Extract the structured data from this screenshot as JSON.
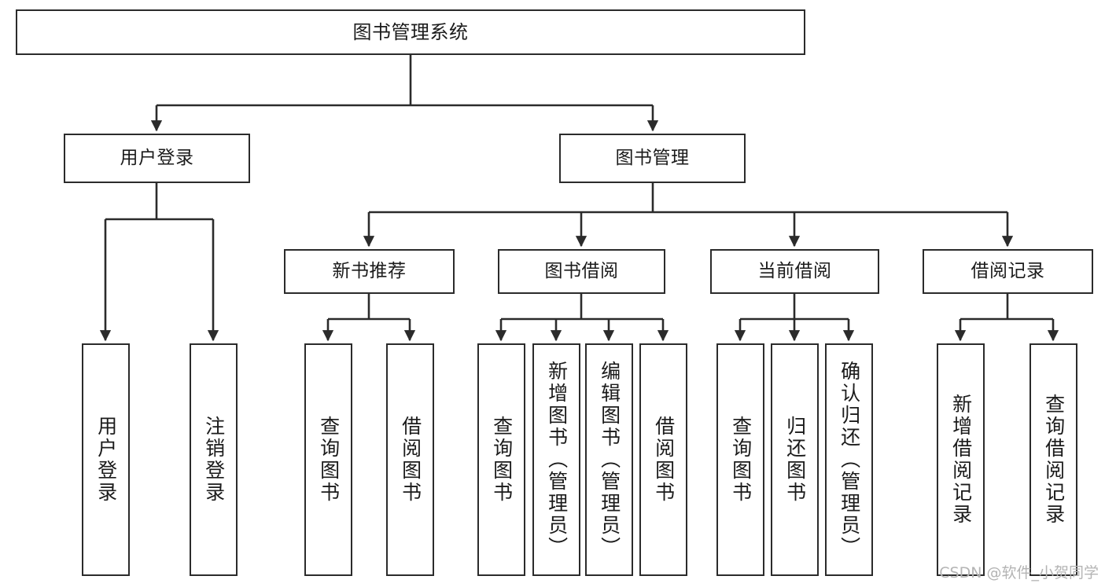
{
  "diagram": {
    "type": "tree-hierarchy",
    "title": "图书管理系统",
    "watermark": "CSDN @软件_小贺同学",
    "colors": {
      "box_border": "#2b2b2b",
      "box_fill": "#ffffff",
      "connector": "#2b2b2b",
      "text": "#1b1b1b",
      "watermark": "#b4b4b4"
    },
    "levels": {
      "root": {
        "label": "图书管理系统"
      },
      "level2": [
        {
          "id": "user-login",
          "label": "用户登录"
        },
        {
          "id": "book-manage",
          "label": "图书管理"
        }
      ],
      "level3": [
        {
          "id": "new-book-recommend",
          "label": "新书推荐"
        },
        {
          "id": "book-borrow",
          "label": "图书借阅"
        },
        {
          "id": "current-borrow",
          "label": "当前借阅"
        },
        {
          "id": "borrow-record",
          "label": "借阅记录"
        }
      ],
      "leaves": {
        "user_login": [
          {
            "id": "leaf-user-login",
            "label": "用户登录"
          },
          {
            "id": "leaf-logout-login",
            "label": "注销登录"
          }
        ],
        "new_book_recommend": [
          {
            "id": "leaf-query-book-1",
            "label": "查询图书"
          },
          {
            "id": "leaf-borrow-book-1",
            "label": "借阅图书"
          }
        ],
        "book_borrow": [
          {
            "id": "leaf-query-book-2",
            "label": "查询图书"
          },
          {
            "id": "leaf-add-book",
            "label": "新增图书（管理员）"
          },
          {
            "id": "leaf-edit-book",
            "label": "编辑图书（管理员）"
          },
          {
            "id": "leaf-borrow-book-2",
            "label": "借阅图书"
          }
        ],
        "current_borrow": [
          {
            "id": "leaf-query-book-3",
            "label": "查询图书"
          },
          {
            "id": "leaf-return-book",
            "label": "归还图书"
          },
          {
            "id": "leaf-confirm-return",
            "label": "确认归还（管理员）"
          }
        ],
        "borrow_record": [
          {
            "id": "leaf-add-record",
            "label": "新增借阅记录"
          },
          {
            "id": "leaf-query-record",
            "label": "查询借阅记录"
          }
        ]
      }
    }
  }
}
